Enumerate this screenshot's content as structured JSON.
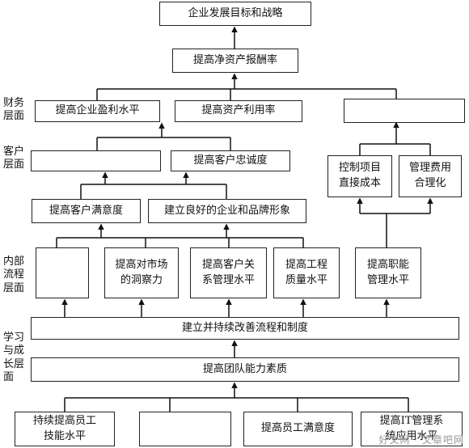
{
  "boxes": {
    "goal": "企业发展目标和战略",
    "roe": "提高净资产报酬率",
    "profit": "提高企业盈利水平",
    "asset_use": "提高资产利用率",
    "fin_blank": "",
    "cust_blank": "",
    "loyalty": "提高客户忠诚度",
    "ctrl_cost": "控制项目\n直接成本",
    "mgmt_cost": "管理费用\n合理化",
    "satisfaction": "提高客户满意度",
    "brand": "建立良好的企业和品牌形象",
    "proc_blank": "",
    "market": "提高对市场\n的洞察力",
    "crm": "提高客户关\n系管理水平",
    "quality": "提高工程\n质量水平",
    "func": "提高职能\n管理水平",
    "process": "建立并持续改善流程和制度",
    "team": "提高团队能力素质",
    "skill": "持续提高员工\n技能水平",
    "learn_blank": "",
    "staff_sat": "提高员工满意度",
    "it": "提高IT管理系\n统应用水平"
  },
  "side_labels": {
    "finance": "财务\n层面",
    "customer": "客户\n层面",
    "process": "内部\n流程\n层面",
    "learning": "学习\n与成\n长层\n面"
  },
  "watermark": "好文网 · 文章吧网"
}
